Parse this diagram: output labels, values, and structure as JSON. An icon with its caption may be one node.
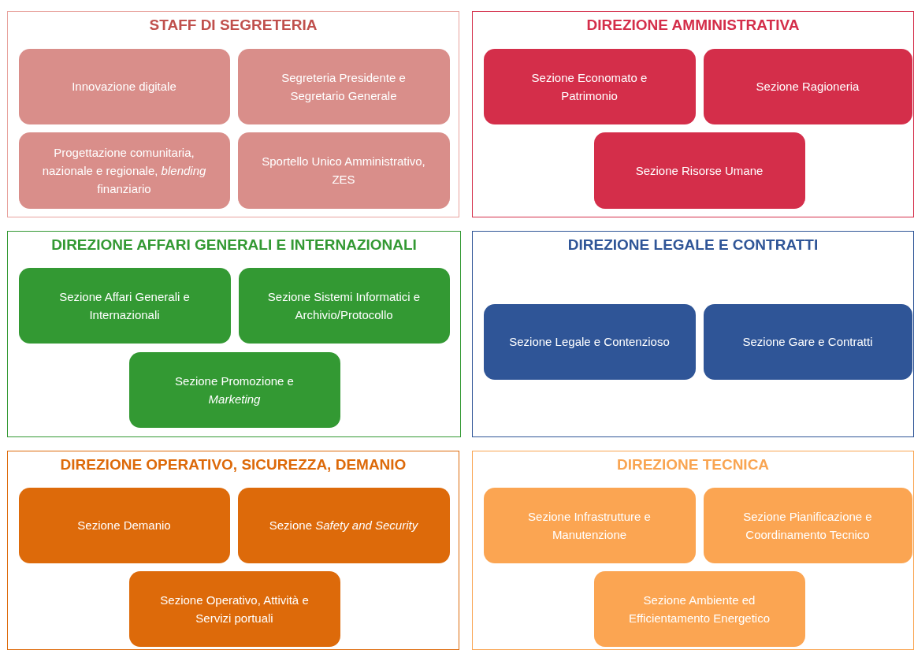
{
  "diagram": {
    "nodes": [
      {
        "text": [
          "STAFF DI SEGRETERIA"
        ]
      },
      {
        "text": [
          "Innovazione digitale"
        ],
        "in": 0
      },
      {
        "text": [
          "Segreteria Presidente e Segretario Generale"
        ],
        "in": 0
      },
      {
        "text": [
          "Progettazione comunitaria, nazionale e regionale, *blending* finanziario"
        ],
        "in": 0
      },
      {
        "text": [
          "Sportello Unico Amministrativo, ZES"
        ],
        "in": 0
      },
      {
        "text": [
          "DIREZIONE AMMINISTRATIVA"
        ]
      },
      {
        "text": [
          "Sezione Economato e Patrimonio"
        ],
        "in": 5
      },
      {
        "text": [
          "Sezione Ragioneria"
        ],
        "in": 5
      },
      {
        "text": [
          "Sezione Risorse Umane"
        ],
        "in": 5
      },
      {
        "text": [
          "DIREZIONE AFFARI GENERALI E INTERNAZIONALI"
        ]
      },
      {
        "text": [
          "Sezione Affari Generali e Internazionali"
        ],
        "in": 9
      },
      {
        "text": [
          "Sezione Sistemi Informatici e Archivio/Protocollo"
        ],
        "in": 9
      },
      {
        "text": [
          "Sezione Promozione e *Marketing*"
        ],
        "in": 9
      },
      {
        "text": [
          "DIREZIONE LEGALE E CONTRATTI"
        ]
      },
      {
        "text": [
          "Sezione Legale e Contenzioso"
        ],
        "in": 13
      },
      {
        "text": [
          "Sezione Gare e Contratti"
        ],
        "in": 13
      },
      {
        "text": [
          "DIREZIONE OPERATIVO, SICUREZZA, DEMANIO"
        ]
      },
      {
        "text": [
          "Sezione Demanio"
        ],
        "in": 16
      },
      {
        "text": [
          "Sezione *Safety and Security*"
        ],
        "in": 16
      },
      {
        "text": [
          "Sezione Operativo, Attività e Servizi portuali"
        ],
        "in": 16
      },
      {
        "text": [
          "DIREZIONE TECNICA"
        ]
      },
      {
        "text": [
          "Sezione Infrastrutture e Manutenzione"
        ],
        "in": 20
      },
      {
        "text": [
          "Sezione Pianificazione e Coordinamento Tecnico"
        ],
        "in": 20
      },
      {
        "text": [
          "Sezione Ambiente ed Efficientamento Energetico"
        ],
        "in": 20
      }
    ]
  }
}
